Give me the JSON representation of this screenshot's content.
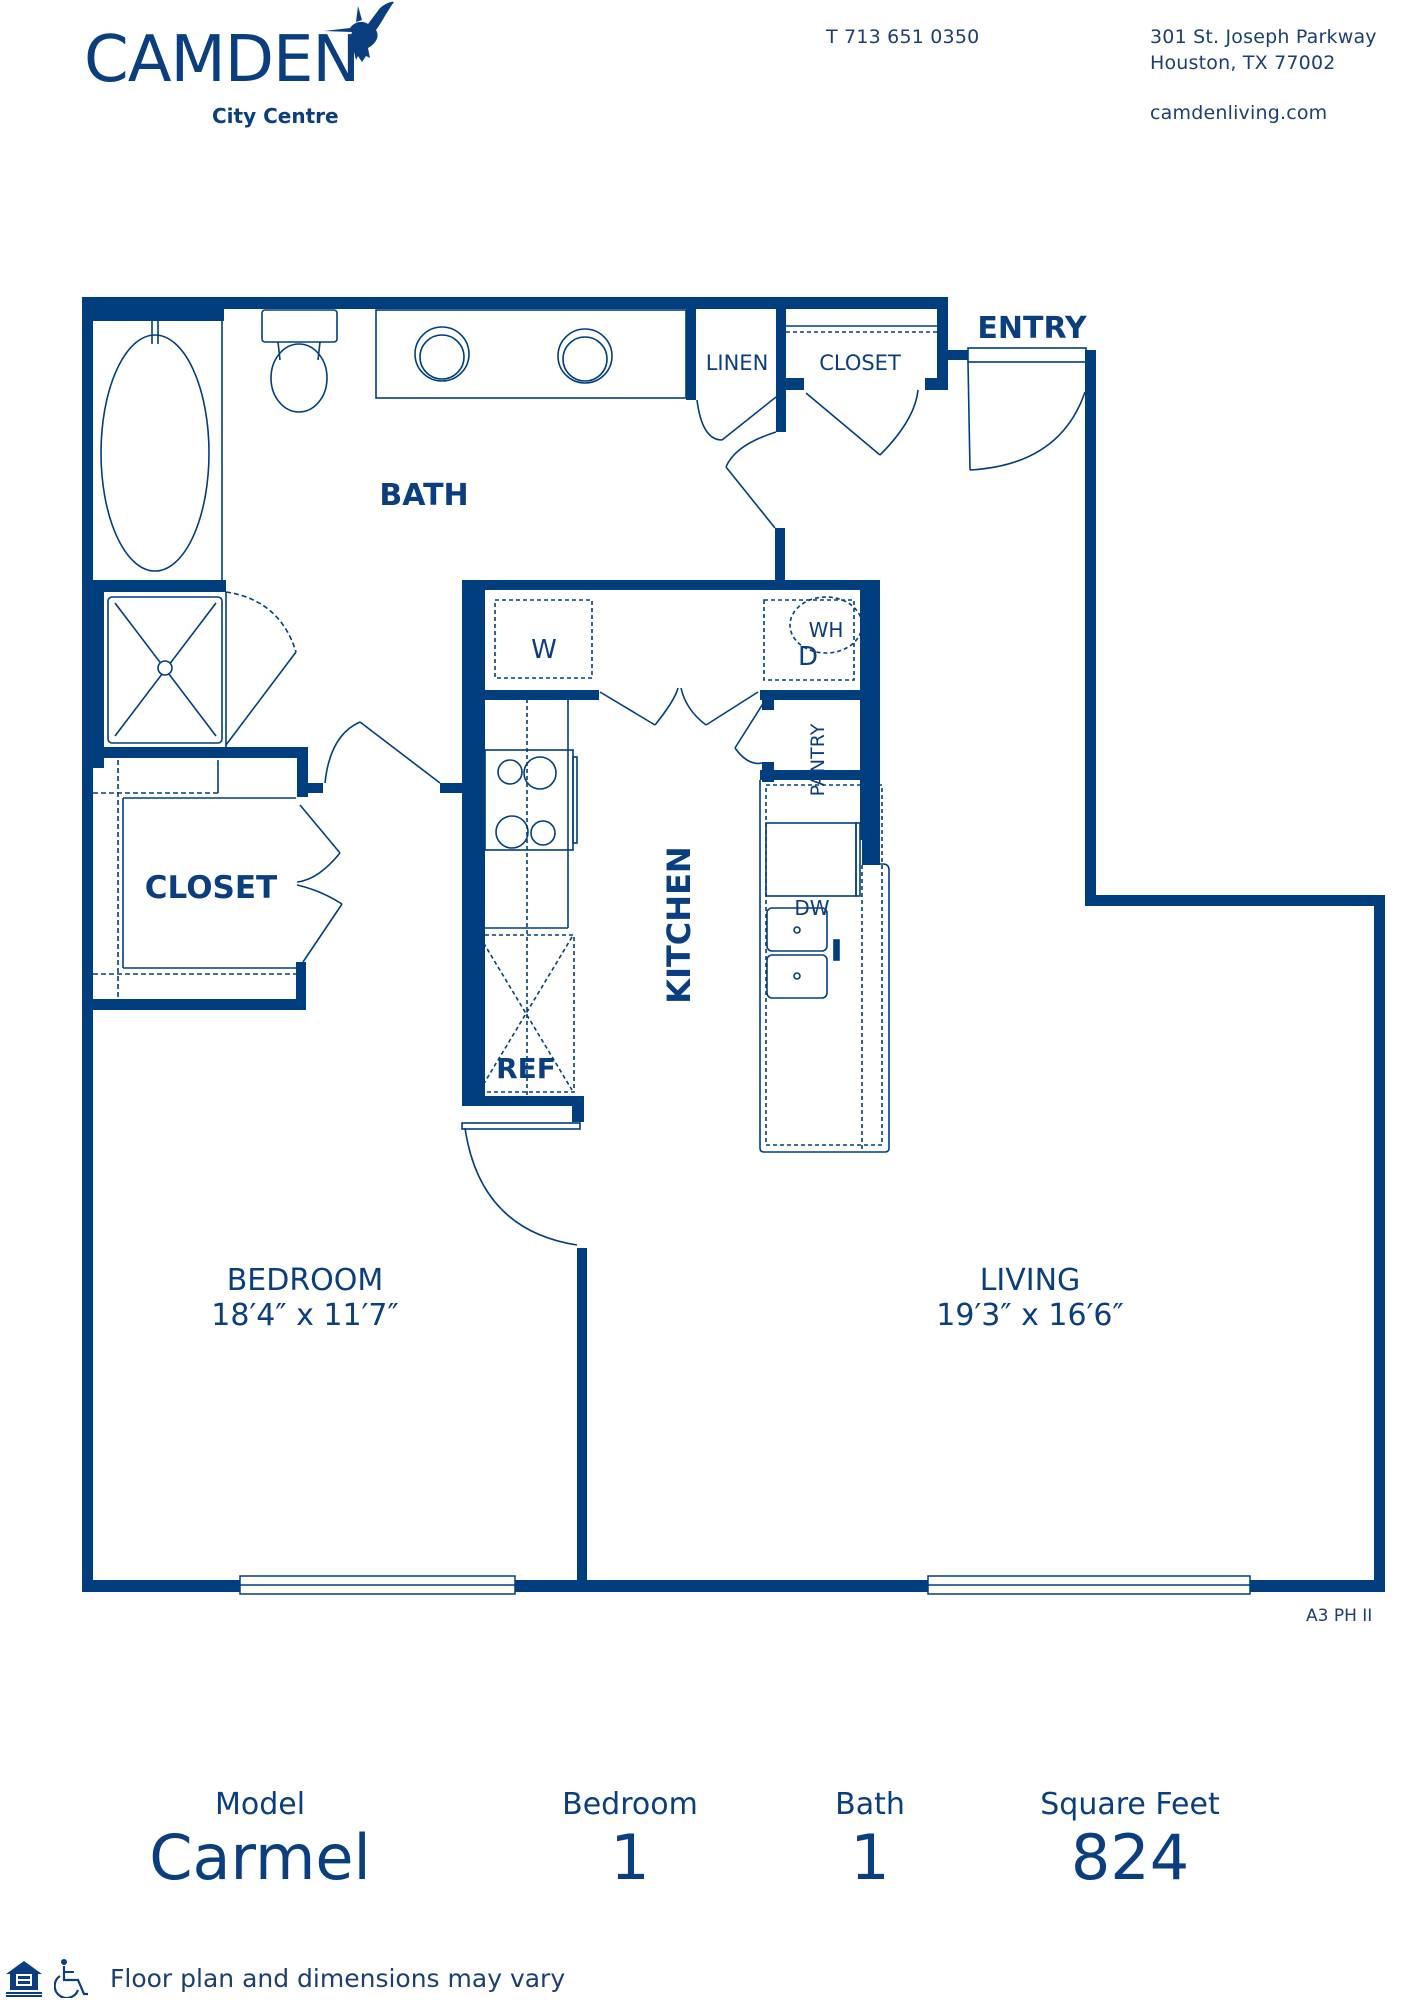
{
  "brand": {
    "name": "Camden",
    "name_display": "CAMDEN",
    "community": "City Centre",
    "logo_icon": "hummingbird-icon",
    "color": "#0b3e7e"
  },
  "contact": {
    "phone": "T 713 651 0350",
    "address_line1": "301 St. Joseph Parkway",
    "address_line2": "Houston, TX 77002",
    "website": "camdenliving.com"
  },
  "floor_plan": {
    "wall_color": "#003e7e",
    "plan_code": "A3 PH II",
    "rooms": {
      "bath": "BATH",
      "linen": "LINEN",
      "closet_entry": "CLOSET",
      "entry": "ENTRY",
      "closet_bedroom": "CLOSET",
      "washer": "W",
      "dryer": "D",
      "water_heater": "WH",
      "pantry": "PANTRY",
      "kitchen": "KITCHEN",
      "dishwasher": "DW",
      "refrigerator": "REF",
      "bedroom": "BEDROOM",
      "bedroom_dims": "18′4″ x 11′7″",
      "living": "LIVING",
      "living_dims": "19′3″ x 16′6″"
    }
  },
  "summary": {
    "model_label": "Model",
    "model_value": "Carmel",
    "bedroom_label": "Bedroom",
    "bedroom_value": "1",
    "bath_label": "Bath",
    "bath_value": "1",
    "sqft_label": "Square Feet",
    "sqft_value": "824"
  },
  "footer": {
    "equal_housing_icon": "equal-housing-opportunity-icon",
    "accessibility_icon": "wheelchair-accessibility-icon",
    "disclaimer": "Floor plan and dimensions may vary"
  }
}
